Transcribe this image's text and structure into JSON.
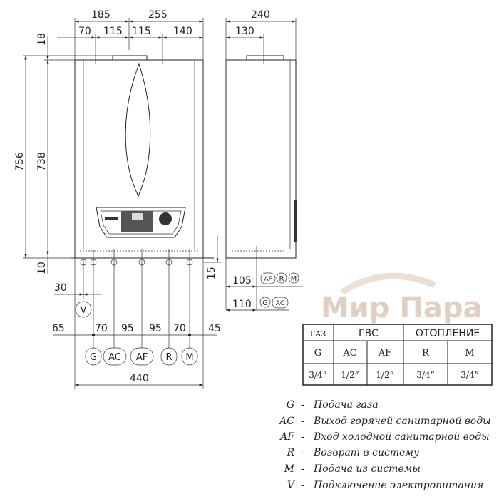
{
  "top_dims": {
    "d185": "185",
    "d255": "255",
    "d70": "70",
    "d115a": "115",
    "d115b": "115",
    "d140": "140",
    "d240": "240",
    "d130": "130"
  },
  "left_dims": {
    "d756": "756",
    "d738": "738",
    "d18": "18",
    "d10": "10",
    "d15": "15",
    "d30": "30"
  },
  "side_dims": {
    "d105": "105",
    "d110": "110"
  },
  "bottom_dims": {
    "d65": "65",
    "d70a": "70",
    "d95a": "95",
    "d95b": "95",
    "d70b": "70",
    "d45": "45",
    "d440": "440"
  },
  "connections": {
    "V": "V",
    "G": "G",
    "AC": "AC",
    "AF": "AF",
    "R": "R",
    "M": "M"
  },
  "watermark": "Мир Пара",
  "table": {
    "groups": [
      "ГАЗ",
      "ГВС",
      "ОТОПЛЕНИЕ"
    ],
    "codes": [
      "G",
      "AC",
      "AF",
      "R",
      "M"
    ],
    "sizes": [
      "3/4”",
      "1/2”",
      "1/2”",
      "3/4”",
      "3/4”"
    ]
  },
  "legend": [
    {
      "code": "G",
      "text": "Подача газа"
    },
    {
      "code": "AC",
      "text": "Выход горячей санитарной воды"
    },
    {
      "code": "AF",
      "text": "Вход холодной санитарной воды"
    },
    {
      "code": "R",
      "text": "Возврат в систему"
    },
    {
      "code": "M",
      "text": "Подача из системы"
    },
    {
      "code": "V",
      "text": "Подключение электропитания"
    }
  ],
  "legend_dash": "-"
}
